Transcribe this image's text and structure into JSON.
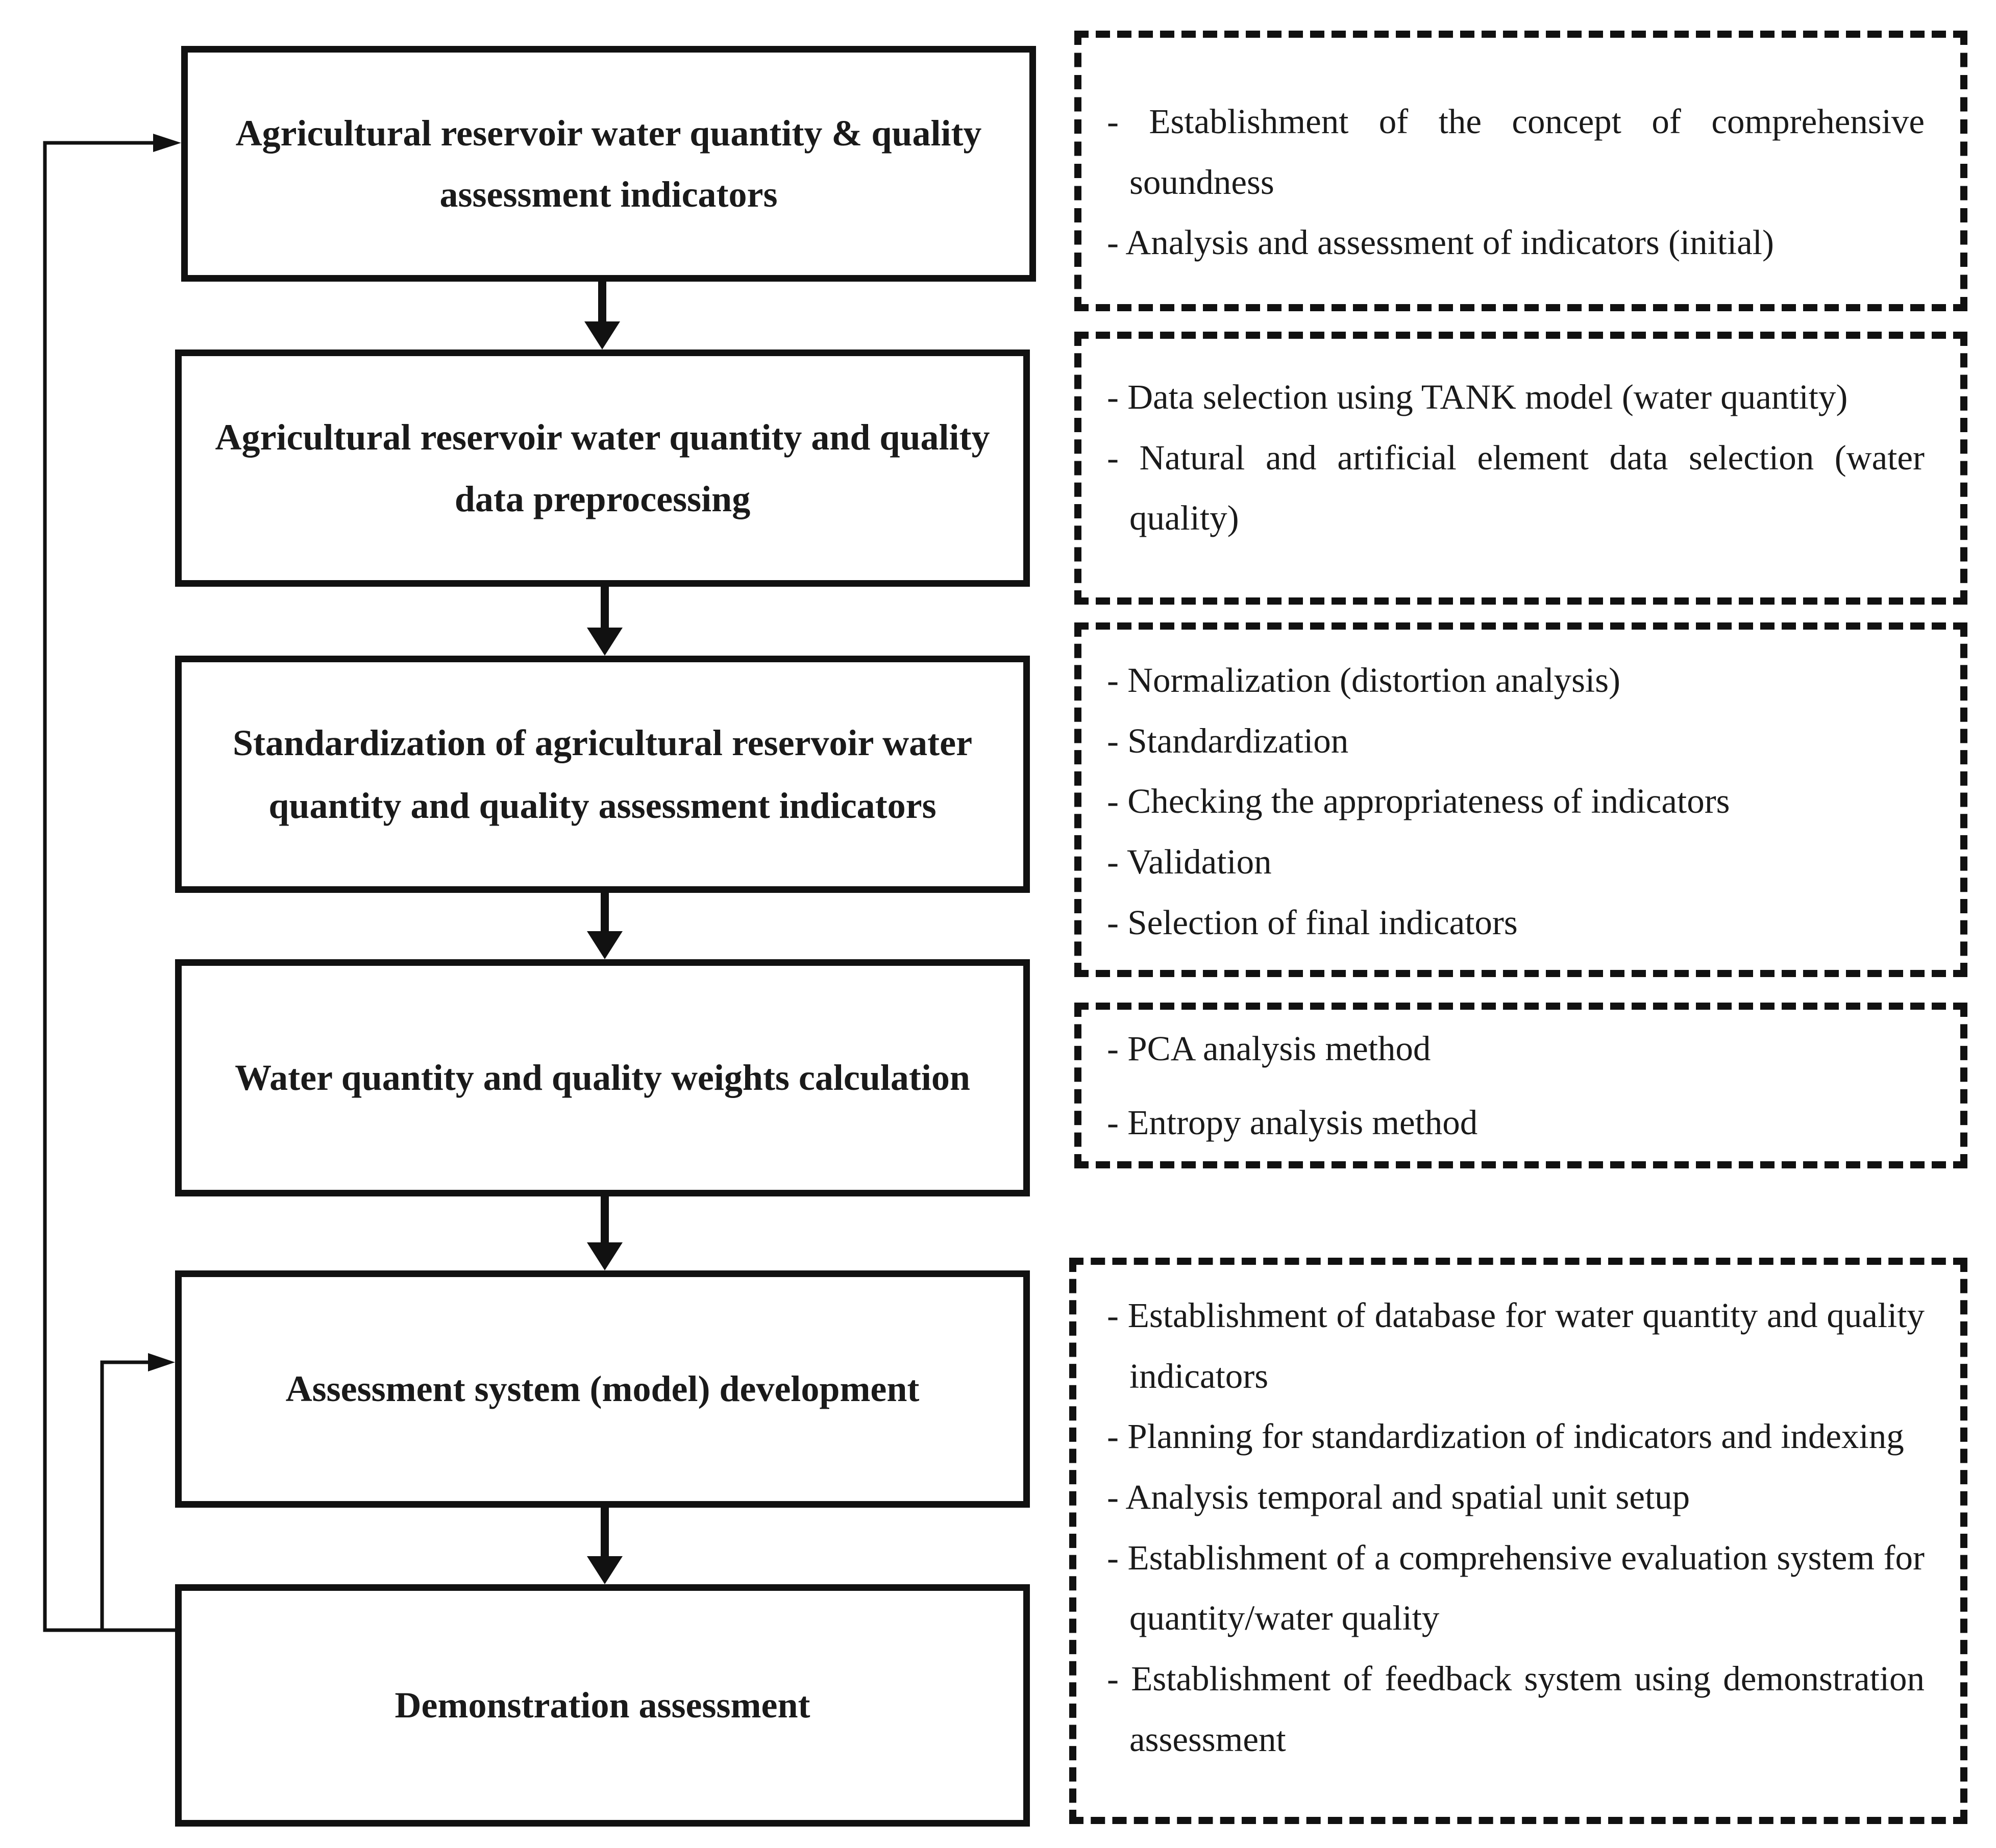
{
  "steps": [
    "Agricultural reservoir water quantity & quality assessment indicators",
    "Agricultural reservoir water quantity and quality data preprocessing",
    "Standardization of agricultural reservoir water quantity and quality assessment indicators",
    "Water quantity and quality weights calculation",
    "Assessment system (model) development",
    "Demonstration assessment"
  ],
  "notes": [
    [
      "- Establishment of the concept of comprehensive soundness",
      "- Analysis and assessment of indicators (initial)"
    ],
    [
      "- Data selection using TANK model (water quantity)",
      "- Natural and artificial element data selection (water quality)"
    ],
    [
      "- Normalization (distortion analysis)",
      "- Standardization",
      "- Checking the appropriateness of indicators",
      "- Validation",
      "- Selection of final indicators"
    ],
    [
      "- PCA analysis method",
      "- Entropy analysis method"
    ],
    [
      "- Establishment of database for water quantity and quality indicators",
      "- Planning for standardization of indicators and indexing",
      "- Analysis temporal and spatial unit setup",
      "- Establishment of a comprehensive evaluation system for quantity/water quality",
      "- Establishment of feedback system using demonstration assessment"
    ]
  ]
}
